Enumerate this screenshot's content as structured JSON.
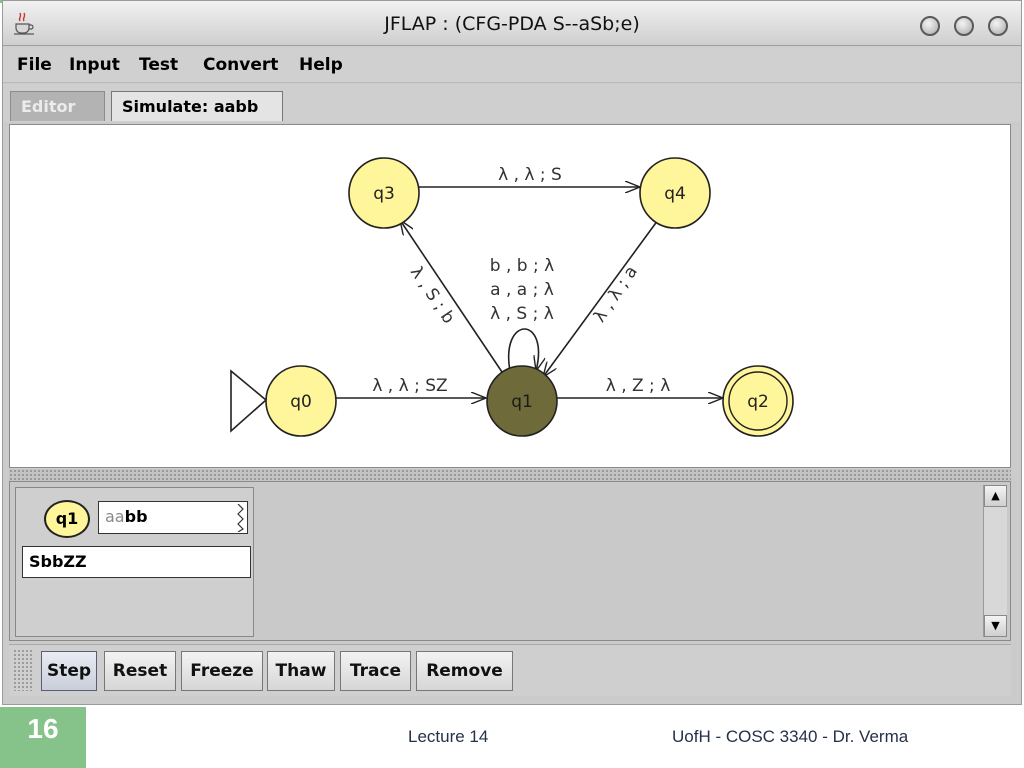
{
  "window": {
    "title": "JFLAP : (CFG-PDA S--aSb;e)"
  },
  "menu": {
    "items": [
      "File",
      "Input",
      "Test",
      "Convert",
      "Help"
    ]
  },
  "tabs": {
    "editor": "Editor",
    "simulate": "Simulate: aabb"
  },
  "automaton": {
    "states": {
      "q0": "q0",
      "q1": "q1",
      "q2": "q2",
      "q3": "q3",
      "q4": "q4"
    },
    "transitions": {
      "q3_q4": "λ , λ ; S",
      "q4_q1": "λ , λ ; a",
      "q1_q3": "λ , S ; b",
      "q0_q1": "λ , λ ; SZ",
      "q1_q2": "λ , Z ; λ",
      "q1_loop": [
        "b , b ; λ",
        "a , a ; λ",
        "λ , S ; λ"
      ]
    },
    "colors": {
      "state_fill": "#fff59a",
      "active_state_fill": "#6f6a3a",
      "edge": "#222222"
    }
  },
  "config": {
    "state": "q1",
    "input_consumed": "aa",
    "input_remaining": "bb",
    "stack": "SbbZZ"
  },
  "toolbar": {
    "step": "Step",
    "reset": "Reset",
    "freeze": "Freeze",
    "thaw": "Thaw",
    "trace": "Trace",
    "remove": "Remove"
  },
  "slide": {
    "number": "16",
    "lecture": "Lecture 14",
    "course": "UofH - COSC 3340 - Dr. Verma",
    "accent": "#86c38a"
  }
}
